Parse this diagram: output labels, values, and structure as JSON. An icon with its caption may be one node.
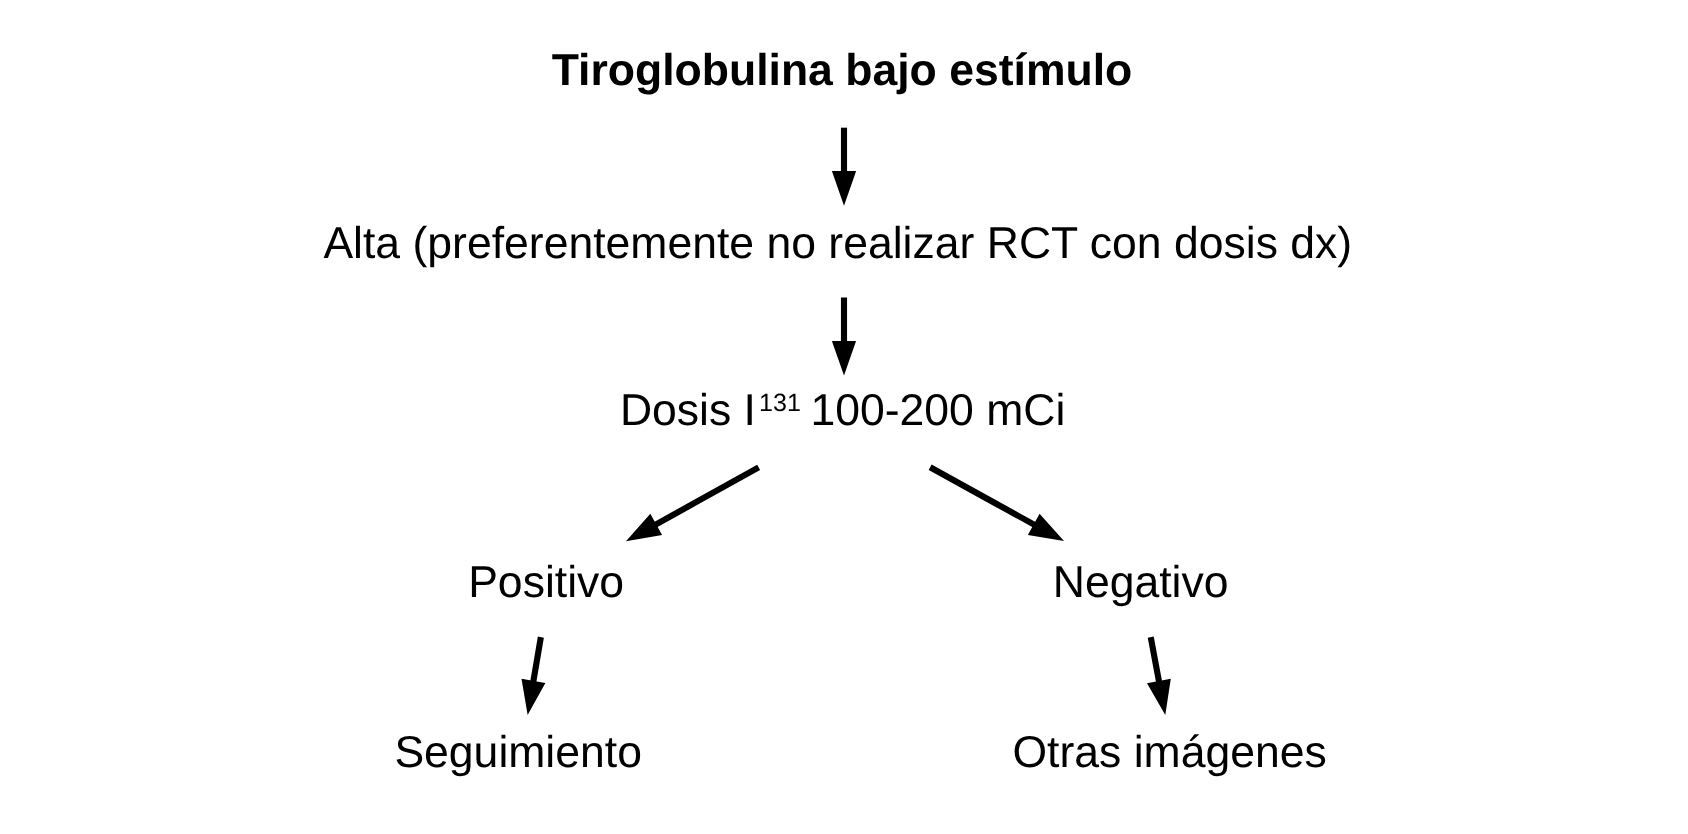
{
  "diagram": {
    "nodes": [
      {
        "text": [
          "Tiroglobulina bajo estímulo"
        ]
      },
      {
        "text": [
          "Alta (preferentemente no realizar RCT con dosis dx)"
        ]
      },
      {
        "text": [
          "Dosis I$^{131}$ 100-200 mCi"
        ]
      },
      {
        "text": [
          "Positivo"
        ]
      },
      {
        "text": [
          "Negativo"
        ]
      },
      {
        "text": [
          "Seguimiento"
        ]
      },
      {
        "text": [
          "Otras imágenes"
        ]
      }
    ],
    "edges": [
      {
        "from": 0,
        "to": 1,
        "arrow": "to"
      },
      {
        "from": 1,
        "to": 2,
        "arrow": "to"
      },
      {
        "from": 2,
        "to": 3,
        "arrow": "to"
      },
      {
        "from": 2,
        "to": 4,
        "arrow": "to"
      },
      {
        "from": 3,
        "to": 5,
        "arrow": "to"
      },
      {
        "from": 4,
        "to": 6,
        "arrow": "to"
      }
    ]
  }
}
